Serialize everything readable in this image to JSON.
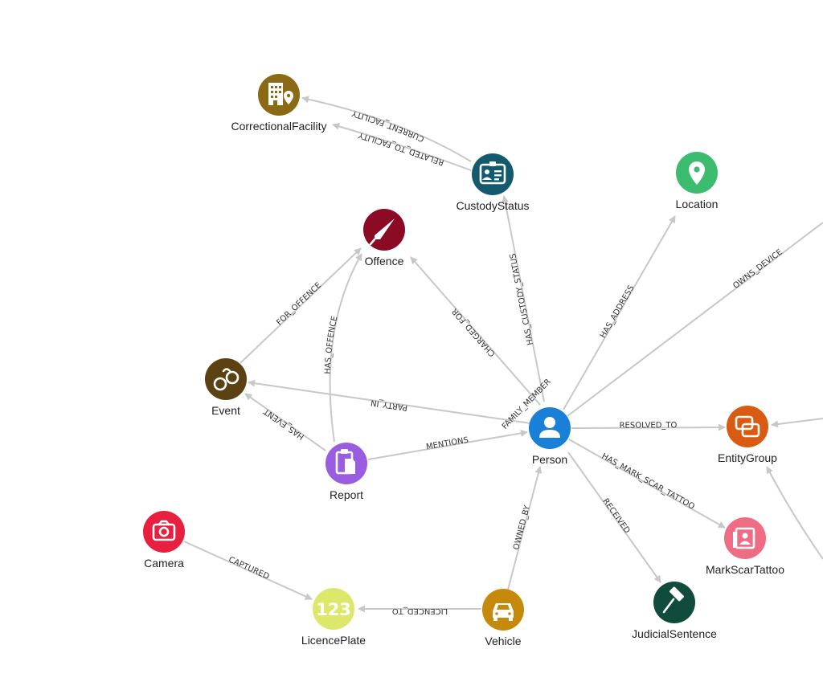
{
  "nodes": {
    "correctionalFacility": {
      "label": "CorrectionalFacility",
      "color": "#8a6a14",
      "icon": "building-location-icon"
    },
    "custodyStatus": {
      "label": "CustodyStatus",
      "color": "#135a6e",
      "icon": "id-card-icon"
    },
    "location": {
      "label": "Location",
      "color": "#3dbb6e",
      "icon": "map-pin-icon"
    },
    "offence": {
      "label": "Offence",
      "color": "#8b0a24",
      "icon": "knife-icon"
    },
    "event": {
      "label": "Event",
      "color": "#5c4212",
      "icon": "handcuffs-icon"
    },
    "report": {
      "label": "Report",
      "color": "#9b5de0",
      "icon": "clipboard-icon"
    },
    "person": {
      "label": "Person",
      "color": "#1a7fd6",
      "icon": "person-icon"
    },
    "entityGroup": {
      "label": "EntityGroup",
      "color": "#d95b12",
      "icon": "linked-squares-icon"
    },
    "markScarTattoo": {
      "label": "MarkScarTattoo",
      "color": "#ee6c84",
      "icon": "portrait-frame-icon"
    },
    "camera": {
      "label": "Camera",
      "color": "#e8203f",
      "icon": "camera-icon"
    },
    "licencePlate": {
      "label": "LicencePlate",
      "color": "#dde86a",
      "icon": "number-123-icon",
      "icon_text": "123"
    },
    "vehicle": {
      "label": "Vehicle",
      "color": "#c58a0c",
      "icon": "car-icon"
    },
    "judicialSentence": {
      "label": "JudicialSentence",
      "color": "#0f4c3c",
      "icon": "gavel-icon"
    }
  },
  "edges": {
    "current_facility": "CURRENT_FACILITY",
    "related_to_facility": "RELATED_TO_FACILITY",
    "has_custody_status": "HAS_CUSTODY_STATUS",
    "has_address": "HAS_ADDRESS",
    "owns_device": "OWNS_DEVICE",
    "charged_for": "CHARGED_FOR",
    "for_offence": "FOR_OFFENCE",
    "has_offence": "HAS_OFFENCE",
    "party_in": "PARTY_IN",
    "family_member": "FAMILY_MEMBER",
    "has_event": "HAS_EVENT",
    "mentions": "MENTIONS",
    "resolved_to": "RESOLVED_TO",
    "has_mark_scar_tattoo": "HAS_MARK_SCAR_TATTOO",
    "received": "RECEIVED",
    "owned_by": "OWNED_BY",
    "captured": "CAPTURED",
    "licenced_to": "LICENCED_TO"
  }
}
